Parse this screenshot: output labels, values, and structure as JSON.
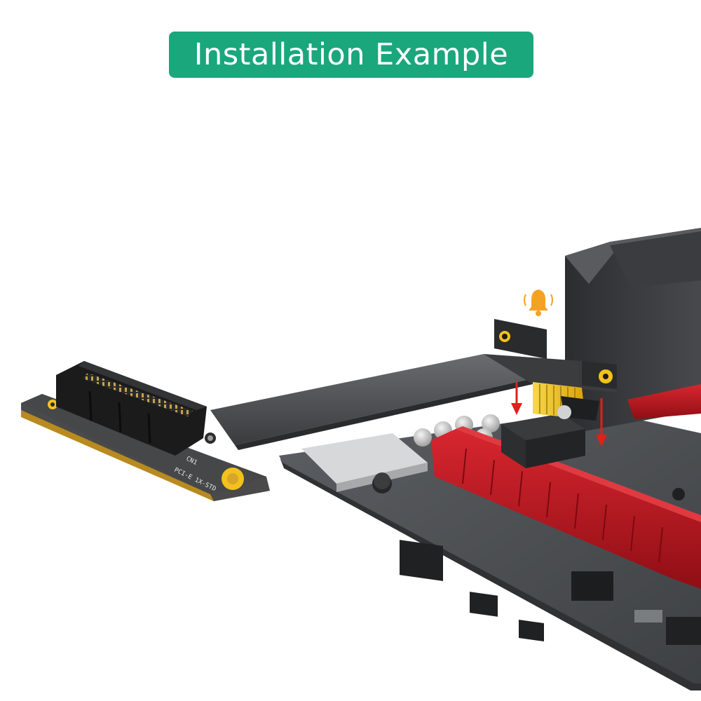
{
  "header": {
    "title": "Installation Example"
  },
  "adapter_board": {
    "silk_model": "PCI-E 1X-STD",
    "silk_part": "CN1"
  },
  "colors": {
    "badge": "#1aa77b",
    "slot_red": "#b3141b",
    "gold_contacts": "#f2c21b",
    "alert_arrow": "#e0201a",
    "bell": "#f4a224"
  },
  "icons": {
    "notice": "bell-icon",
    "insert_direction": "arrow-down-icon"
  }
}
